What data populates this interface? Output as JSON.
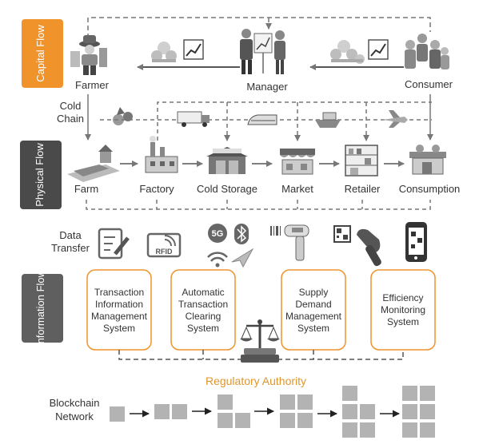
{
  "side_labels": {
    "capital": "Capital Flow",
    "physical": "Physical Flow",
    "information": "Information Flow"
  },
  "capital_flow": {
    "farmer": "Farmer",
    "manager": "Manager",
    "consumer": "Consumer"
  },
  "cold_chain": {
    "line1": "Cold",
    "line2": "Chain"
  },
  "physical_flow": {
    "farm": "Farm",
    "factory": "Factory",
    "cold_storage": "Cold Storage",
    "market": "Market",
    "retailer": "Retailer",
    "consumption": "Consumption"
  },
  "data_transfer": {
    "line1": "Data",
    "line2": "Transfer",
    "rfid": "RFID",
    "fiveg": "5G"
  },
  "info_systems": {
    "tims": [
      "Transaction",
      "Information",
      "Management",
      "System"
    ],
    "atcs": [
      "Automatic",
      "Transaction",
      "Clearing",
      "System"
    ],
    "sdms": [
      "Supply",
      "Demand",
      "Management",
      "System"
    ],
    "ems": [
      "Efficiency",
      "Monitoring",
      "System"
    ]
  },
  "regulatory": "Regulatory Authority",
  "blockchain": {
    "line1": "Blockchain",
    "line2": "Network"
  },
  "colors": {
    "orange": "#f0932b",
    "dark_gray": "#4a4a4a",
    "mid_gray": "#5f5f5f",
    "block_gray": "#b3b3b3",
    "dash_gray": "#777777",
    "regulatory_text": "#e0962e"
  }
}
